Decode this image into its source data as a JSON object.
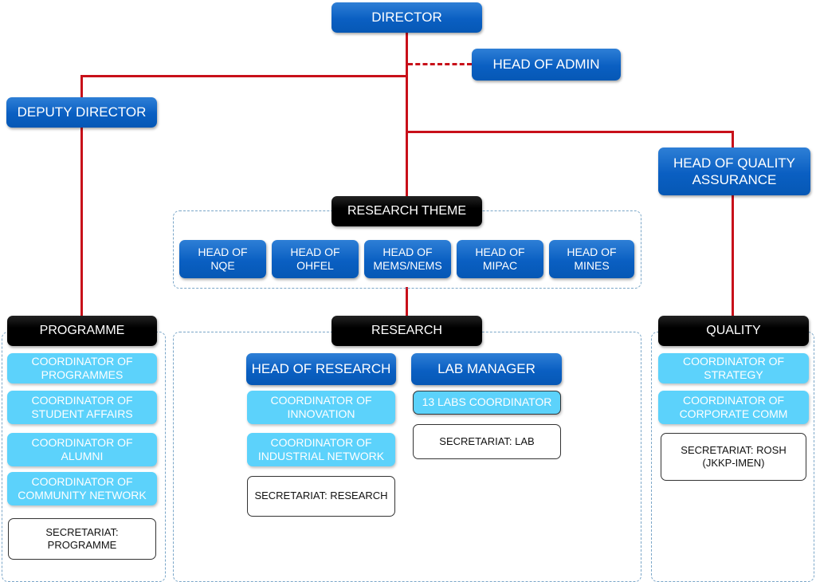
{
  "colors": {
    "connector": "#c8101a",
    "head_box": "#0a5fc2",
    "section_box": "#000000",
    "coordinator_box": "#5cd2fb",
    "group_border": "#7aa6c8"
  },
  "top": {
    "director": "DIRECTOR",
    "head_of_admin": "HEAD OF ADMIN",
    "deputy_director": "DEPUTY DIRECTOR",
    "head_of_quality_assurance": "HEAD OF QUALITY\nASSURANCE"
  },
  "research_theme": {
    "title": "RESEARCH THEME",
    "heads": [
      "HEAD OF\nNQE",
      "HEAD OF\nOHFEL",
      "HEAD OF\nMEMS/NEMS",
      "HEAD OF\nMIPAC",
      "HEAD OF\nMINES"
    ]
  },
  "programme": {
    "title": "PROGRAMME",
    "coordinators": [
      "COORDINATOR OF\nPROGRAMMES",
      "COORDINATOR OF\nSTUDENT AFFAIRS",
      "COORDINATOR OF\nALUMNI",
      "COORDINATOR OF\nCOMMUNITY NETWORK"
    ],
    "secretariat": "SECRETARIAT:\nPROGRAMME"
  },
  "research": {
    "title": "RESEARCH",
    "head_of_research": "HEAD OF RESEARCH",
    "research_coordinators": [
      "COORDINATOR OF\nINNOVATION",
      "COORDINATOR OF\nINDUSTRIAL NETWORK"
    ],
    "research_secretariat": "SECRETARIAT: RESEARCH",
    "lab_manager": "LAB MANAGER",
    "labs_coordinator": "13 LABS COORDINATOR",
    "lab_secretariat": "SECRETARIAT: LAB"
  },
  "quality": {
    "title": "QUALITY",
    "coordinators": [
      "COORDINATOR OF\nSTRATEGY",
      "COORDINATOR OF\nCORPORATE COMM"
    ],
    "secretariat": "SECRETARIAT: ROSH\n(JKKP-IMEN)"
  }
}
